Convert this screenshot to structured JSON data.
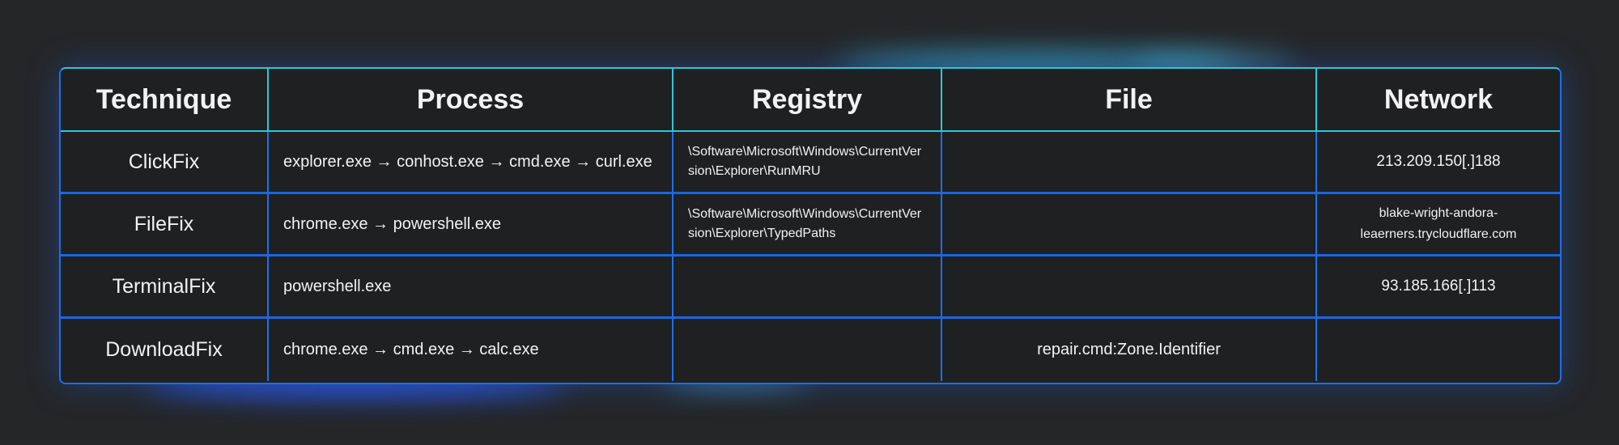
{
  "headers": [
    "Technique",
    "Process",
    "Registry",
    "File",
    "Network"
  ],
  "rows": [
    {
      "technique": "ClickFix",
      "process": "explorer.exe → conhost.exe → cmd.exe → curl.exe",
      "registry": "\\Software\\Microsoft\\Windows\\CurrentVersion\\Explorer\\RunMRU",
      "file": "",
      "network": "213.209.150[.]188"
    },
    {
      "technique": "FileFix",
      "process": "chrome.exe → powershell.exe",
      "registry": "\\Software\\Microsoft\\Windows\\CurrentVersion\\Explorer\\TypedPaths",
      "file": "",
      "network": "blake-wright-andora-leaerners.trycloudflare.com"
    },
    {
      "technique": "TerminalFix",
      "process": "powershell.exe",
      "registry": "",
      "file": "",
      "network": "93.185.166[.]113"
    },
    {
      "technique": "DownloadFix",
      "process": "chrome.exe → cmd.exe → calc.exe",
      "registry": "",
      "file": "repair.cmd:Zone.Identifier",
      "network": ""
    }
  ],
  "colors": {
    "background": "#252628",
    "border": "#1d6fe8",
    "header_border": "#2fc6d6"
  }
}
